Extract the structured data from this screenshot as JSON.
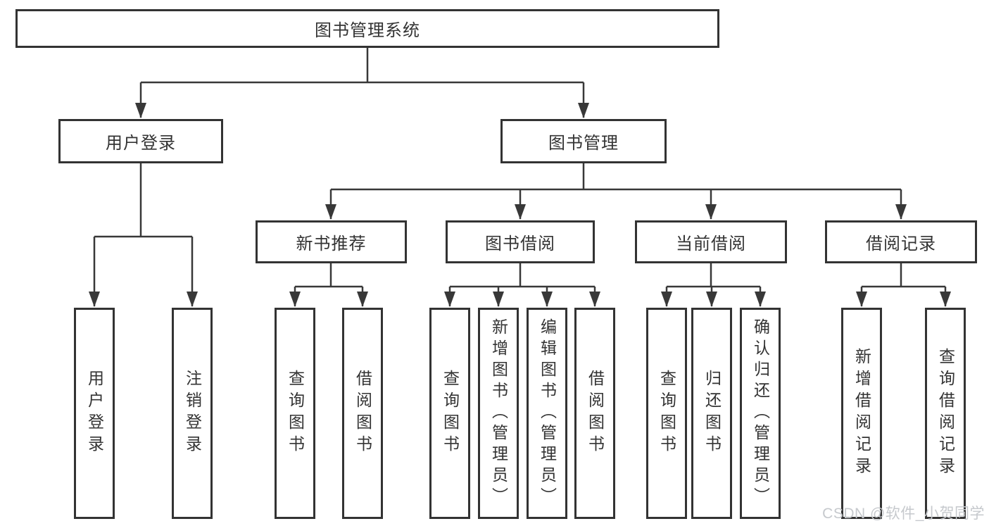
{
  "diagram": {
    "root": "图书管理系统",
    "level2": {
      "user_login": "用户登录",
      "book_management": "图书管理"
    },
    "level3": {
      "new_book_recommend": "新书推荐",
      "book_borrow": "图书借阅",
      "current_borrow": "当前借阅",
      "borrow_records": "借阅记录"
    },
    "leaves": {
      "login": [
        "用户登录",
        "注销登录"
      ],
      "recommend": [
        "查询图书",
        "借阅图书"
      ],
      "borrow": [
        "查询图书",
        "新增图书（管理员）",
        "编辑图书（管理员）",
        "借阅图书"
      ],
      "current": [
        "查询图书",
        "归还图书",
        "确认归还（管理员）"
      ],
      "records": [
        "新增借阅记录",
        "查询借阅记录"
      ]
    }
  },
  "watermark": "CSDN @软件_小贺同学",
  "colors": {
    "line": "#383838",
    "text": "#333333",
    "watermark": "#c6c9cd",
    "background": "#ffffff"
  }
}
